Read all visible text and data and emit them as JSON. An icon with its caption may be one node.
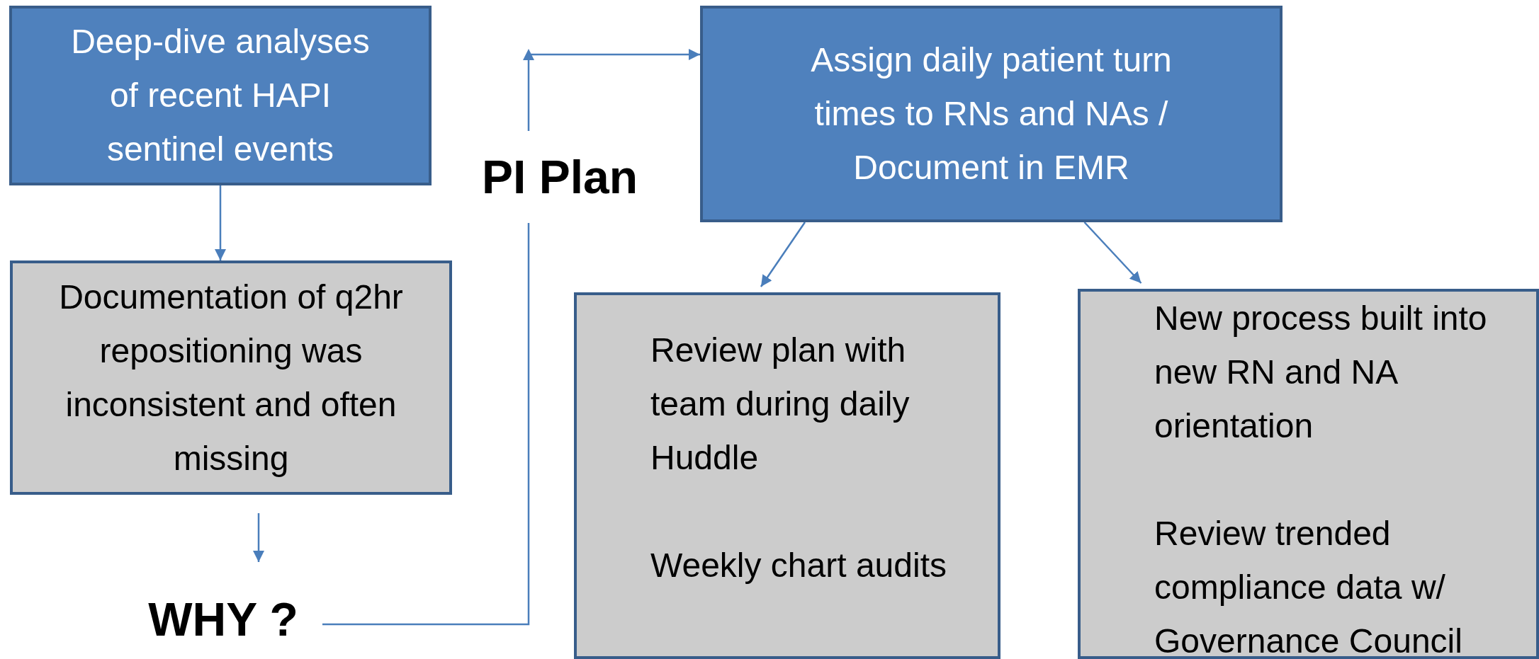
{
  "diagram": {
    "nodes": [
      {
        "text": [
          "Deep-dive analyses of recent HAPI sentinel events"
        ]
      },
      {
        "text": [
          "Documentation of q2hr repositioning was inconsistent and often missing"
        ]
      },
      {
        "text": [
          "WHY ?"
        ]
      },
      {
        "text": [
          "PI Plan"
        ]
      },
      {
        "text": [
          "Assign daily patient turn times to RNs and NAs / Document in EMR"
        ]
      },
      {
        "text": [
          "Review plan with team during daily Huddle",
          "Weekly chart audits"
        ]
      },
      {
        "text": [
          "New process built into new RN and NA orientation",
          "Review trended compliance data w/ Governance Council"
        ]
      }
    ],
    "edges": [
      {
        "from": 0,
        "to": 1,
        "arrow": "to"
      },
      {
        "from": 1,
        "to": 2,
        "arrow": "to"
      },
      {
        "from": 2,
        "to": 3,
        "arrow": "none"
      },
      {
        "from": 3,
        "to": 4,
        "arrow": "to"
      },
      {
        "from": 4,
        "to": 5,
        "arrow": "to"
      },
      {
        "from": 4,
        "to": 6,
        "arrow": "to"
      }
    ]
  }
}
